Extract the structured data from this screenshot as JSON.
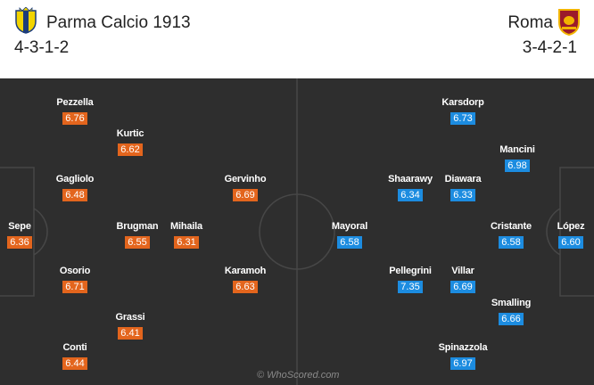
{
  "home_team": {
    "name": "Parma Calcio 1913",
    "formation": "4-3-1-2",
    "color": "#e3651d",
    "crest_icon": "parma-crest-icon",
    "players": [
      {
        "name": "Sepe",
        "rating": "6.36"
      },
      {
        "name": "Pezzella",
        "rating": "6.76"
      },
      {
        "name": "Gagliolo",
        "rating": "6.48"
      },
      {
        "name": "Osorio",
        "rating": "6.71"
      },
      {
        "name": "Conti",
        "rating": "6.44"
      },
      {
        "name": "Kurtic",
        "rating": "6.62"
      },
      {
        "name": "Brugman",
        "rating": "6.55"
      },
      {
        "name": "Grassi",
        "rating": "6.41"
      },
      {
        "name": "Mihaila",
        "rating": "6.31"
      },
      {
        "name": "Gervinho",
        "rating": "6.69"
      },
      {
        "name": "Karamoh",
        "rating": "6.63"
      }
    ]
  },
  "away_team": {
    "name": "Roma",
    "formation": "3-4-2-1",
    "color": "#1c8ce0",
    "crest_icon": "roma-crest-icon",
    "players": [
      {
        "name": "López",
        "rating": "6.60"
      },
      {
        "name": "Mancini",
        "rating": "6.98"
      },
      {
        "name": "Cristante",
        "rating": "6.58"
      },
      {
        "name": "Smalling",
        "rating": "6.66"
      },
      {
        "name": "Karsdorp",
        "rating": "6.73"
      },
      {
        "name": "Diawara",
        "rating": "6.33"
      },
      {
        "name": "Villar",
        "rating": "6.69"
      },
      {
        "name": "Spinazzola",
        "rating": "6.97"
      },
      {
        "name": "Shaarawy",
        "rating": "6.34"
      },
      {
        "name": "Pellegrini",
        "rating": "7.35"
      },
      {
        "name": "Mayoral",
        "rating": "6.58"
      }
    ]
  },
  "watermark": "© WhoScored.com"
}
